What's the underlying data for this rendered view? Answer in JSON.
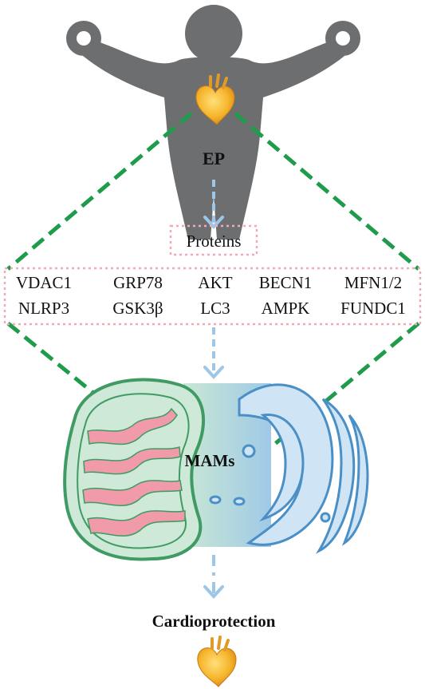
{
  "labels": {
    "trigger": "EP",
    "proteins_header": "Proteins",
    "organelle_contact": "MAMs",
    "outcome": "Cardioprotection"
  },
  "proteins": [
    [
      "VDAC1",
      "GRP78",
      "AKT",
      "BECN1",
      "MFN1/2"
    ],
    [
      "NLRP3",
      "GSK3β",
      "LC3",
      "AMPK",
      "FUNDC1"
    ]
  ],
  "colors": {
    "figure": "#6d6e70",
    "dashed_green": "#1e9b4b",
    "dotted_pink": "#f2a9b4",
    "arrow_blue": "#9ec6e6",
    "mito_green": "#3f9b63",
    "mito_fill": "#cfe9d8",
    "cristae_pink": "#f19aa9",
    "er_blue": "#4a8fc5",
    "er_fill": "#cfe5f5",
    "heart": "#f4a623"
  }
}
